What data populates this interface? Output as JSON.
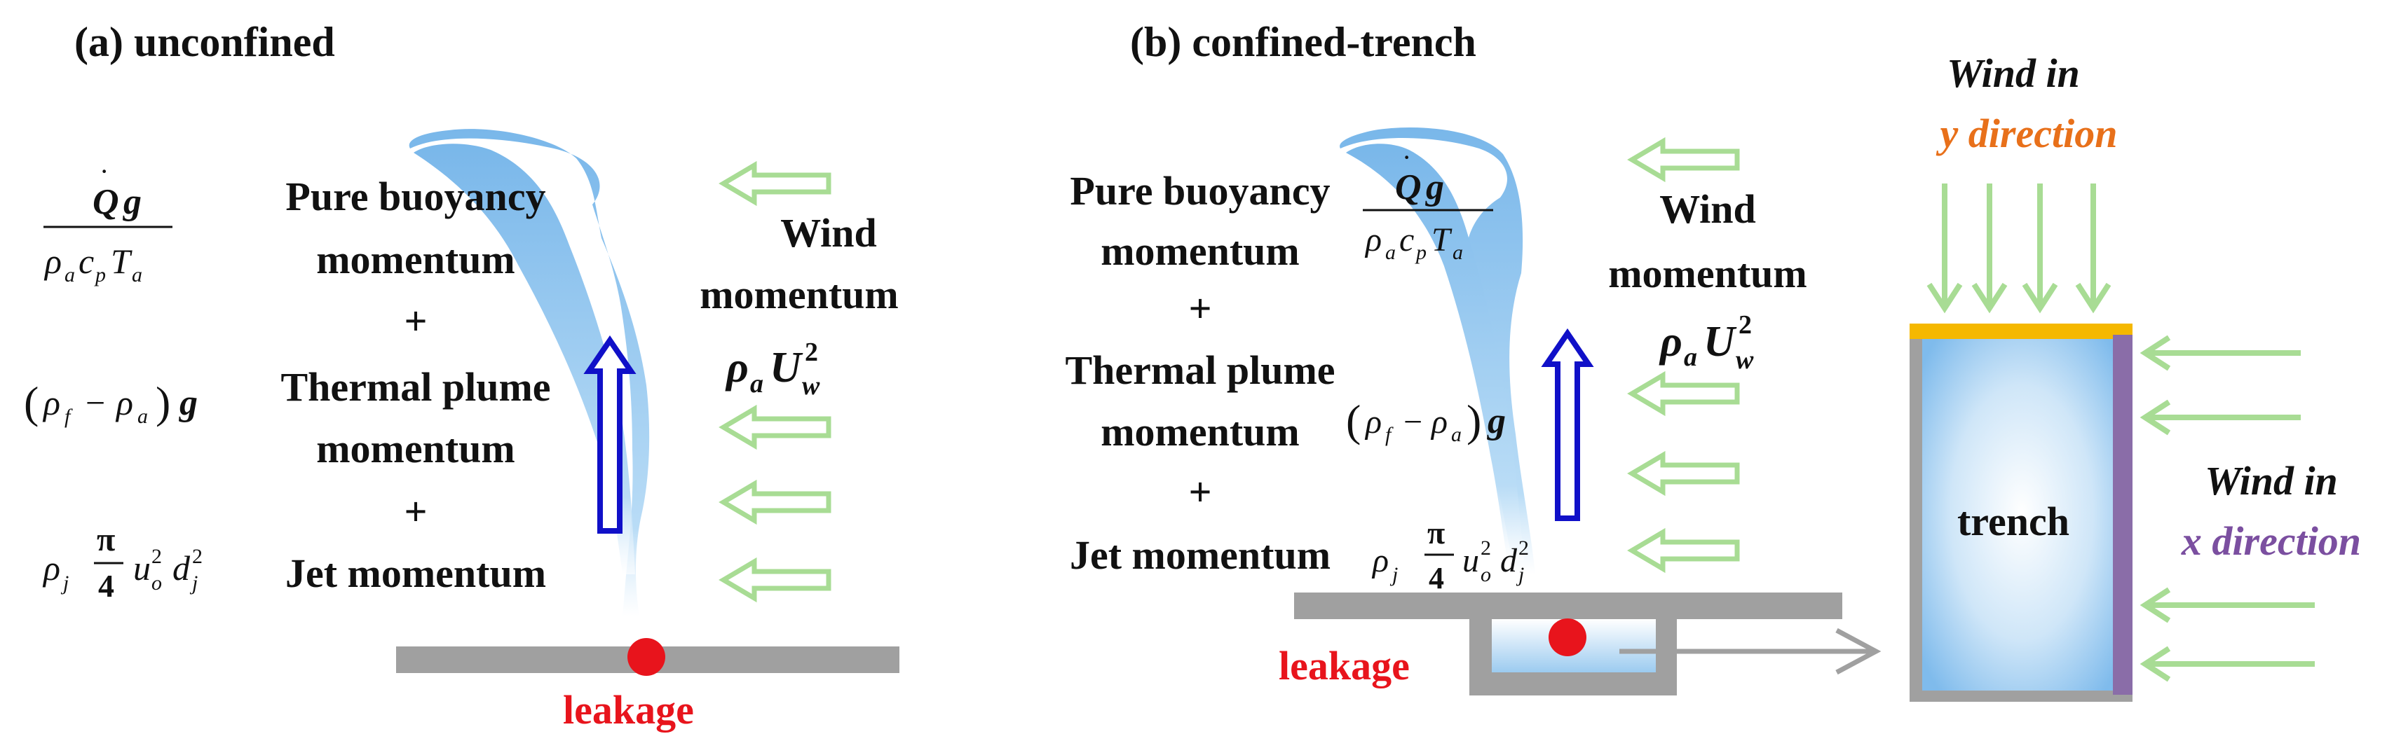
{
  "panel_a": {
    "title": "(a) unconfined",
    "mechanisms": {
      "buoyancy_line1": "Pure buoyancy",
      "buoyancy_line2": "momentum",
      "plus1": "+",
      "thermal_line1": "Thermal plume",
      "thermal_line2": "momentum",
      "plus2": "+",
      "jet": "Jet momentum"
    },
    "wind_label_line1": "Wind",
    "wind_label_line2": "momentum",
    "leakage": "leakage"
  },
  "panel_b": {
    "title": "(b) confined-trench",
    "mechanisms": {
      "buoyancy_line1": "Pure buoyancy",
      "buoyancy_line2": "momentum",
      "plus1": "+",
      "thermal_line1": "Thermal plume",
      "thermal_line2": "momentum",
      "plus2": "+",
      "jet": "Jet momentum"
    },
    "wind_label_line1": "Wind",
    "wind_label_line2": "momentum",
    "leakage": "leakage",
    "trench_label": "trench",
    "wind_y_line1": "Wind in",
    "wind_y_line2": "y direction",
    "wind_x_line1": "Wind in",
    "wind_x_line2": "x direction"
  },
  "formulas": {
    "buoyancy_numerator": "Q̇g",
    "buoyancy_denominator": "ρacpTa",
    "thermal": "(ρf − ρa)g",
    "jet": "ρj π/4 uo² dj²",
    "wind": "ρaUw²"
  },
  "colors": {
    "plume": "#8fc3ec",
    "wind_arrow": "#a8dc94",
    "up_arrow": "#1010c8",
    "ground": "#a0a0a0",
    "leak_source": "#e8141c",
    "y_direction": "#e8701a",
    "x_direction": "#7b4fa0",
    "trench_top_edge": "#f5b800",
    "trench_side_edge": "#8a6da8"
  },
  "icons": {
    "wind": "hollow-left-arrow",
    "momentum": "hollow-up-arrow",
    "source": "red-dot"
  }
}
